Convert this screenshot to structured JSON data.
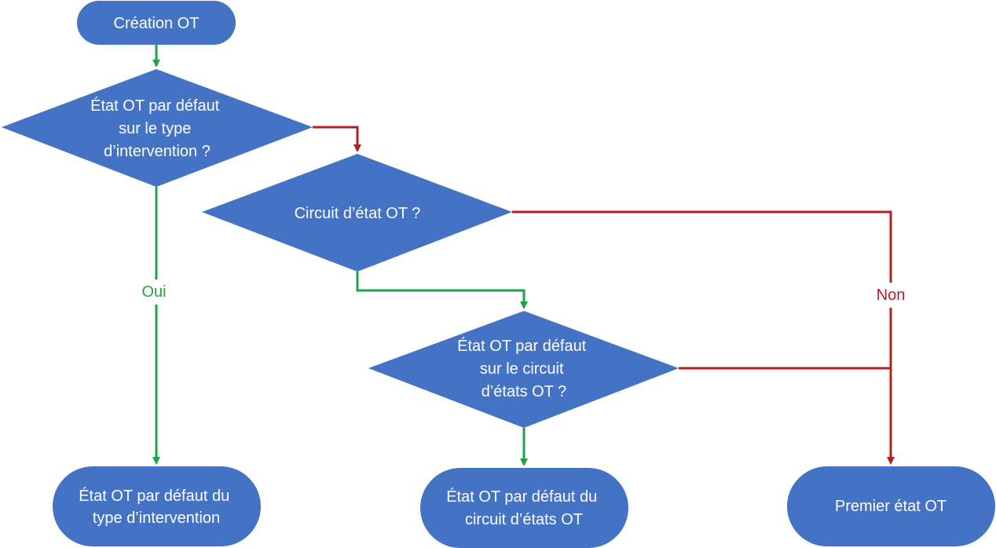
{
  "colors": {
    "node_fill": "#4472C4",
    "node_text": "#FFFFFF",
    "yes_edge": "#1FA34A",
    "no_edge": "#B21F1F"
  },
  "nodes": {
    "start": {
      "lines": [
        "Création OT"
      ]
    },
    "decision_default_type": {
      "lines": [
        "État OT par défaut",
        "sur le type",
        "d’intervention ?"
      ]
    },
    "decision_circuit": {
      "lines": [
        "Circuit d’état OT  ?"
      ]
    },
    "decision_default_circuit": {
      "lines": [
        "État OT par défaut",
        "sur le circuit",
        "d’états OT ?"
      ]
    },
    "end_type": {
      "lines": [
        "État OT par défaut du",
        "type d’intervention"
      ]
    },
    "end_circuit": {
      "lines": [
        "État OT par défaut du",
        "circuit d’états OT"
      ]
    },
    "end_first": {
      "lines": [
        "Premier état OT"
      ]
    }
  },
  "edge_labels": {
    "yes": "Oui",
    "no": "Non"
  }
}
